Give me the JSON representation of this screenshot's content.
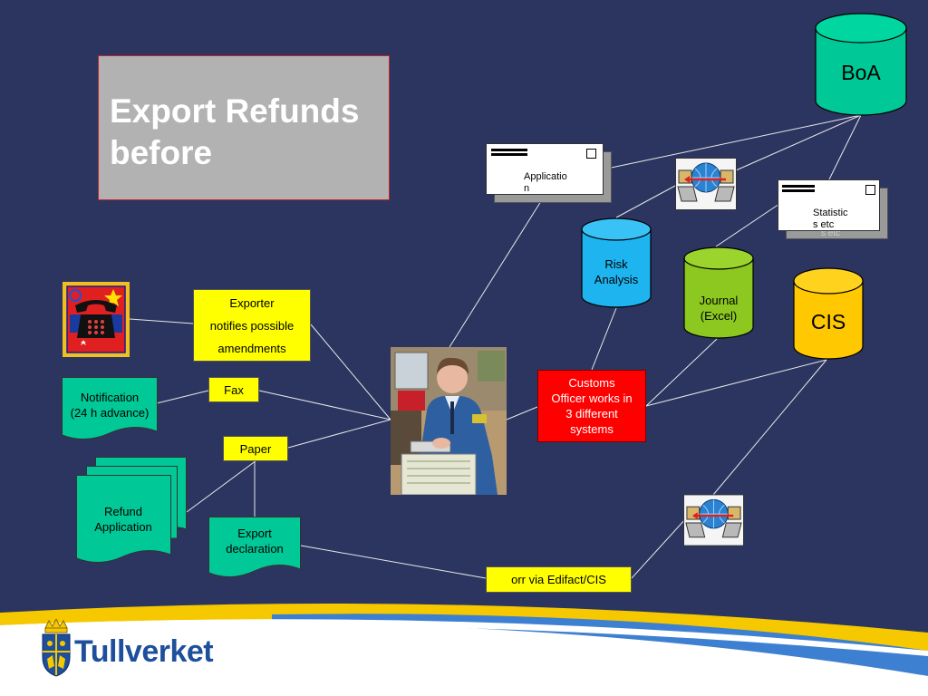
{
  "slide": {
    "title_line1": "Export Refunds",
    "title_line2": "before"
  },
  "databases": {
    "boa": "BoA",
    "risk_line1": "Risk",
    "risk_line2": "Analysis",
    "journal_line1": "Journal",
    "journal_line2": "(Excel)",
    "cis": "CIS"
  },
  "documents": {
    "application_line1": "Applicatio",
    "application_line2": "n",
    "statistics_line1": "Statistic",
    "statistics_line2": "s etc",
    "statistics_shadow": "s etc"
  },
  "inputs": {
    "exporter_line1": "Exporter",
    "exporter_line2": "notifies possible",
    "exporter_line3": "amendments",
    "fax": "Fax",
    "paper": "Paper",
    "notification_line1": "Notification",
    "notification_line2": "(24 h advance)",
    "refund_line1": "Refund",
    "refund_line2": "Application",
    "export_decl_line1": "Export",
    "export_decl_line2": "declaration",
    "edifact": "orr via Edifact/CIS"
  },
  "customs": {
    "line1": "Customs",
    "line2": "Officer works in",
    "line3": "3 different",
    "line4": "systems"
  },
  "brand": {
    "name": "Tullverket"
  },
  "colors": {
    "background": "#2b3560",
    "teal_shape": "#00c896",
    "risk_cylinder": "#1eb4f0",
    "journal_cylinder": "#8cc820",
    "cis_cylinder": "#ffc800",
    "customs_box": "#ff0000",
    "note_box": "#ffff00",
    "brand_blue": "#1d4f9c",
    "brand_gold": "#f5c800"
  },
  "icons": [
    "telephone-icon",
    "network-exchange-icon",
    "officer-photo",
    "tullverket-crest-icon"
  ]
}
